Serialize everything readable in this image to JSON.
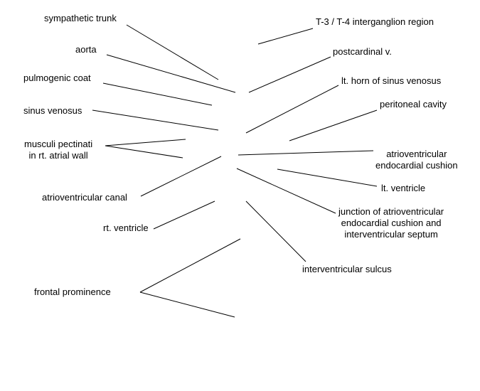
{
  "labels": {
    "sympathetic_trunk": "sympathetic trunk",
    "aorta": "aorta",
    "pulmogenic_coat": "pulmogenic coat",
    "sinus_venosus": "sinus venosus",
    "musculi_pectinati": [
      "musculi pectinati",
      "in rt. atrial wall"
    ],
    "atrioventricular_canal": "atrioventricular canal",
    "rt_ventricle": "rt. ventricle",
    "frontal_prominence": "frontal prominence",
    "interganglion_region": "T-3 / T-4 interganglion region",
    "postcardinal_v": "postcardinal v.",
    "lt_horn_sinus_venosus": "lt. horn of sinus venosus",
    "peritoneal_cavity": "peritoneal cavity",
    "av_endocardial_cushion": [
      "atrioventricular",
      "endocardial cushion"
    ],
    "lt_ventricle": "lt. ventricle",
    "junction": [
      "junction of atrioventricular",
      "endocardial cushion and",
      "interventricular septum"
    ],
    "interventricular_sulcus": "interventricular sulcus"
  }
}
